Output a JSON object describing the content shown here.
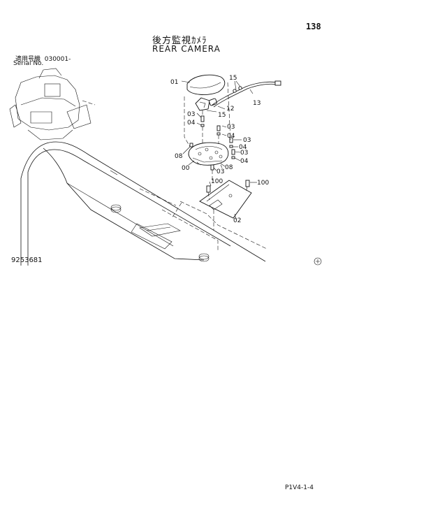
{
  "page_number": "138",
  "title": {
    "japanese": "後方監視ｶﾒﾗ",
    "english": "REAR CAMERA"
  },
  "serial": {
    "japanese_label": "適用号機",
    "value": "030001-",
    "english_label": "Serial No."
  },
  "figure_number": "9253681",
  "page_code": "P1V4-1-4",
  "callouts": {
    "c01": "01",
    "c15a": "15",
    "c13": "13",
    "c12": "12",
    "c15b": "15",
    "c03a": "03",
    "c04a": "04",
    "c03b": "03",
    "c04b": "04",
    "c03c": "03",
    "c04c": "04",
    "c03d": "03",
    "c04d": "04",
    "c08a": "08",
    "c08b": "08",
    "c00": "00",
    "c03e": "03",
    "c100a": "100",
    "c100b": "100",
    "c02": "02"
  },
  "symbols": {
    "corner_mark": "circle-mark-icon"
  }
}
